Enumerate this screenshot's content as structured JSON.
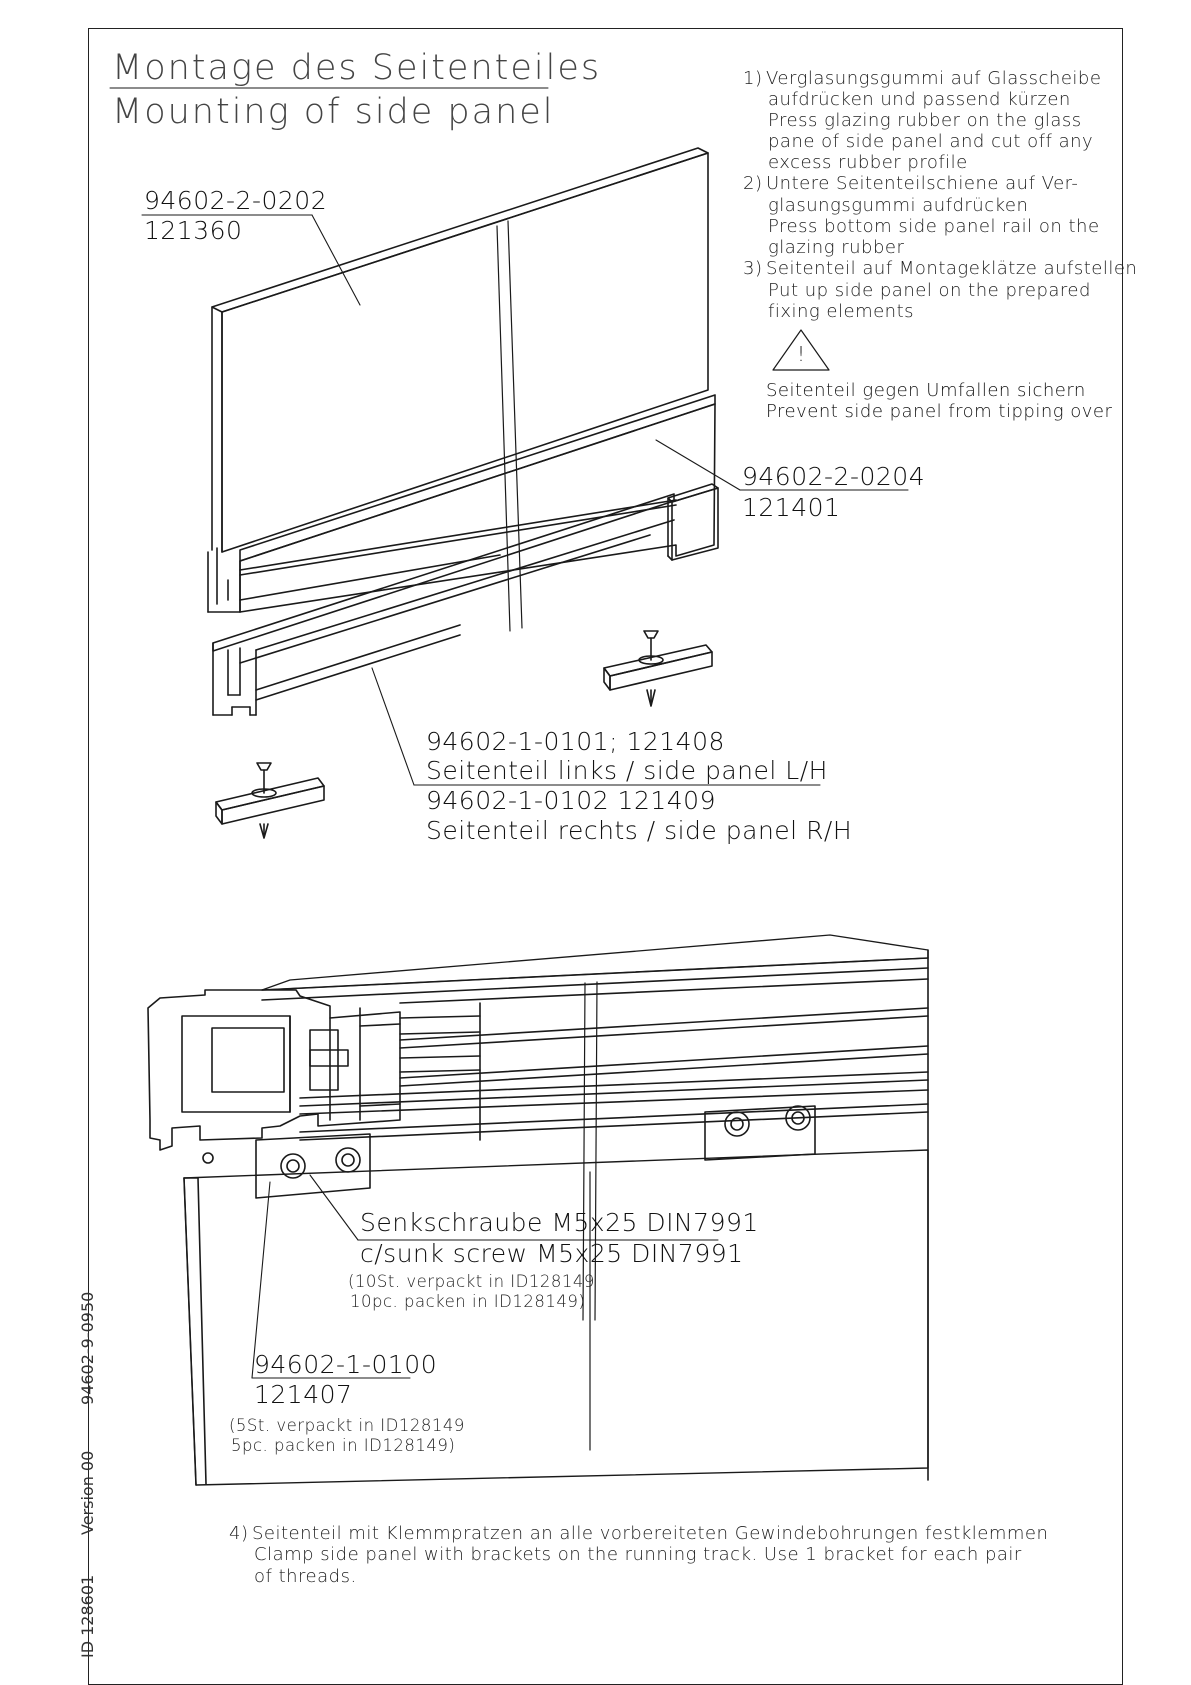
{
  "title": {
    "de": "Montage des Seitenteiles",
    "en": "Mounting of side panel"
  },
  "instructions": [
    {
      "num": "1)",
      "lines": [
        "Verglasungsgummi auf Glasscheibe",
        "aufdrücken und passend kürzen",
        "Press glazing rubber on the glass",
        "pane of side panel and cut off any",
        "excess rubber profile"
      ]
    },
    {
      "num": "2)",
      "lines": [
        "Untere Seitenteilschiene auf Ver-",
        "glasungsgummi aufdrücken",
        "Press bottom side panel rail on the",
        "glazing rubber"
      ]
    },
    {
      "num": "3)",
      "lines": [
        "Seitenteil auf Montageklätze aufstellen",
        "Put up side panel on the prepared",
        "fixing elements"
      ]
    }
  ],
  "warning": {
    "symbol": "!",
    "de": "Seitenteil gegen Umfallen sichern",
    "en": "Prevent side panel from tipping over"
  },
  "parts": {
    "glazing_rubber": {
      "code": "94602-2-0202",
      "id": "121360"
    },
    "bottom_rail": {
      "code": "94602-2-0204",
      "id": "121401"
    },
    "side_panel": {
      "line1": "94602-1-0101; 121408",
      "line2": "Seitenteil links / side panel L/H",
      "line3": "94602-1-0102 121409",
      "line4": "Seitenteil rechts / side panel R/H"
    },
    "screw": {
      "line1": "Senkschraube M5x25 DIN7991",
      "line2": "c/sunk screw M5x25 DIN7991",
      "pack1": "(10St. verpackt in ID128149",
      "pack2": "10pc. packen in ID128149)"
    },
    "bracket": {
      "code": "94602-1-0100",
      "id": "121407",
      "pack1": "(5St. verpackt in ID128149",
      "pack2": "5pc. packen in ID128149)"
    }
  },
  "step4": {
    "num": "4)",
    "lines": [
      "Seitenteil mit Klemmpratzen an alle vorbereiteten Gewindebohrungen festklemmen",
      "Clamp side panel with brackets on the running track. Use 1 bracket for each pair",
      "of threads."
    ]
  },
  "sidebar": {
    "id": "ID 128601",
    "version": "Version 00",
    "drawing_no": "94602-9-0950"
  }
}
